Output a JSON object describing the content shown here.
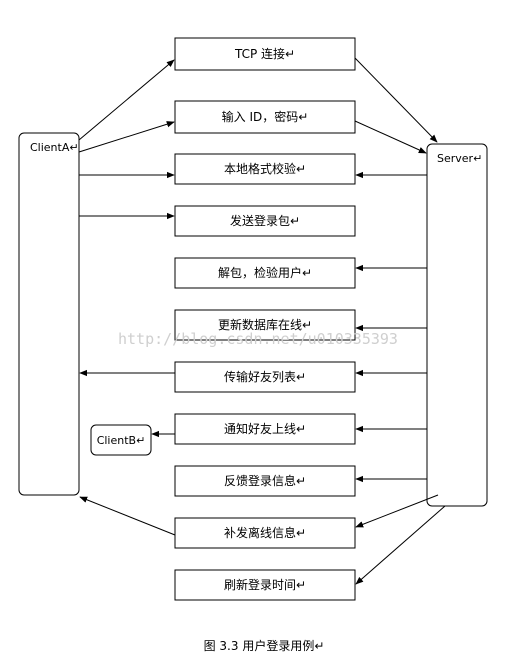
{
  "actors": {
    "client_a": "ClientA↵",
    "server": "Server↵",
    "client_b": "ClientB↵"
  },
  "steps": [
    "TCP 连接↵",
    "输入 ID，密码↵",
    "本地格式校验↵",
    "发送登录包↵",
    "解包，检验用户↵",
    "更新数据库在线↵",
    "传输好友列表↵",
    "通知好友上线↵",
    "反馈登录信息↵",
    "补发离线信息↵",
    "刷新登录时间↵"
  ],
  "watermark": "http://blog.csdn.net/u010335393",
  "caption": "图 3.3 用户登录用例↵"
}
